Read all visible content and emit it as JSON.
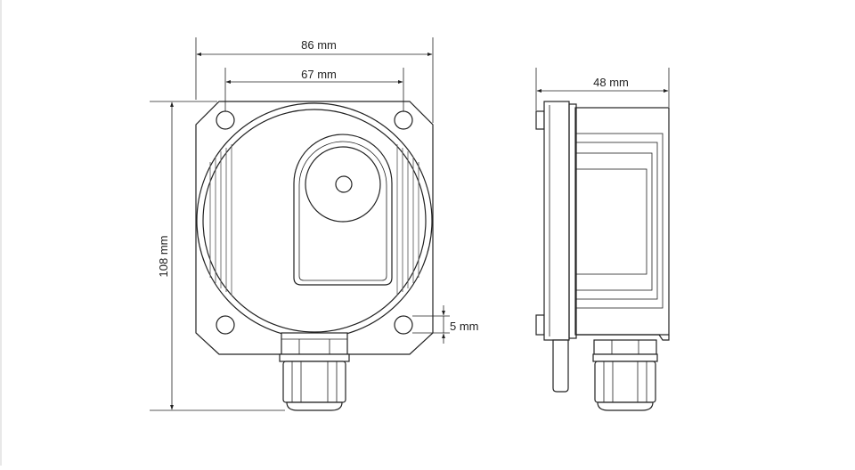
{
  "dimensions": {
    "front_outer_width": "86 mm",
    "front_hole_spacing": "67 mm",
    "front_height": "108 mm",
    "hole_offset": "5 mm",
    "side_depth": "48 mm"
  },
  "colors": {
    "line": "#222222",
    "background": "#ffffff"
  }
}
